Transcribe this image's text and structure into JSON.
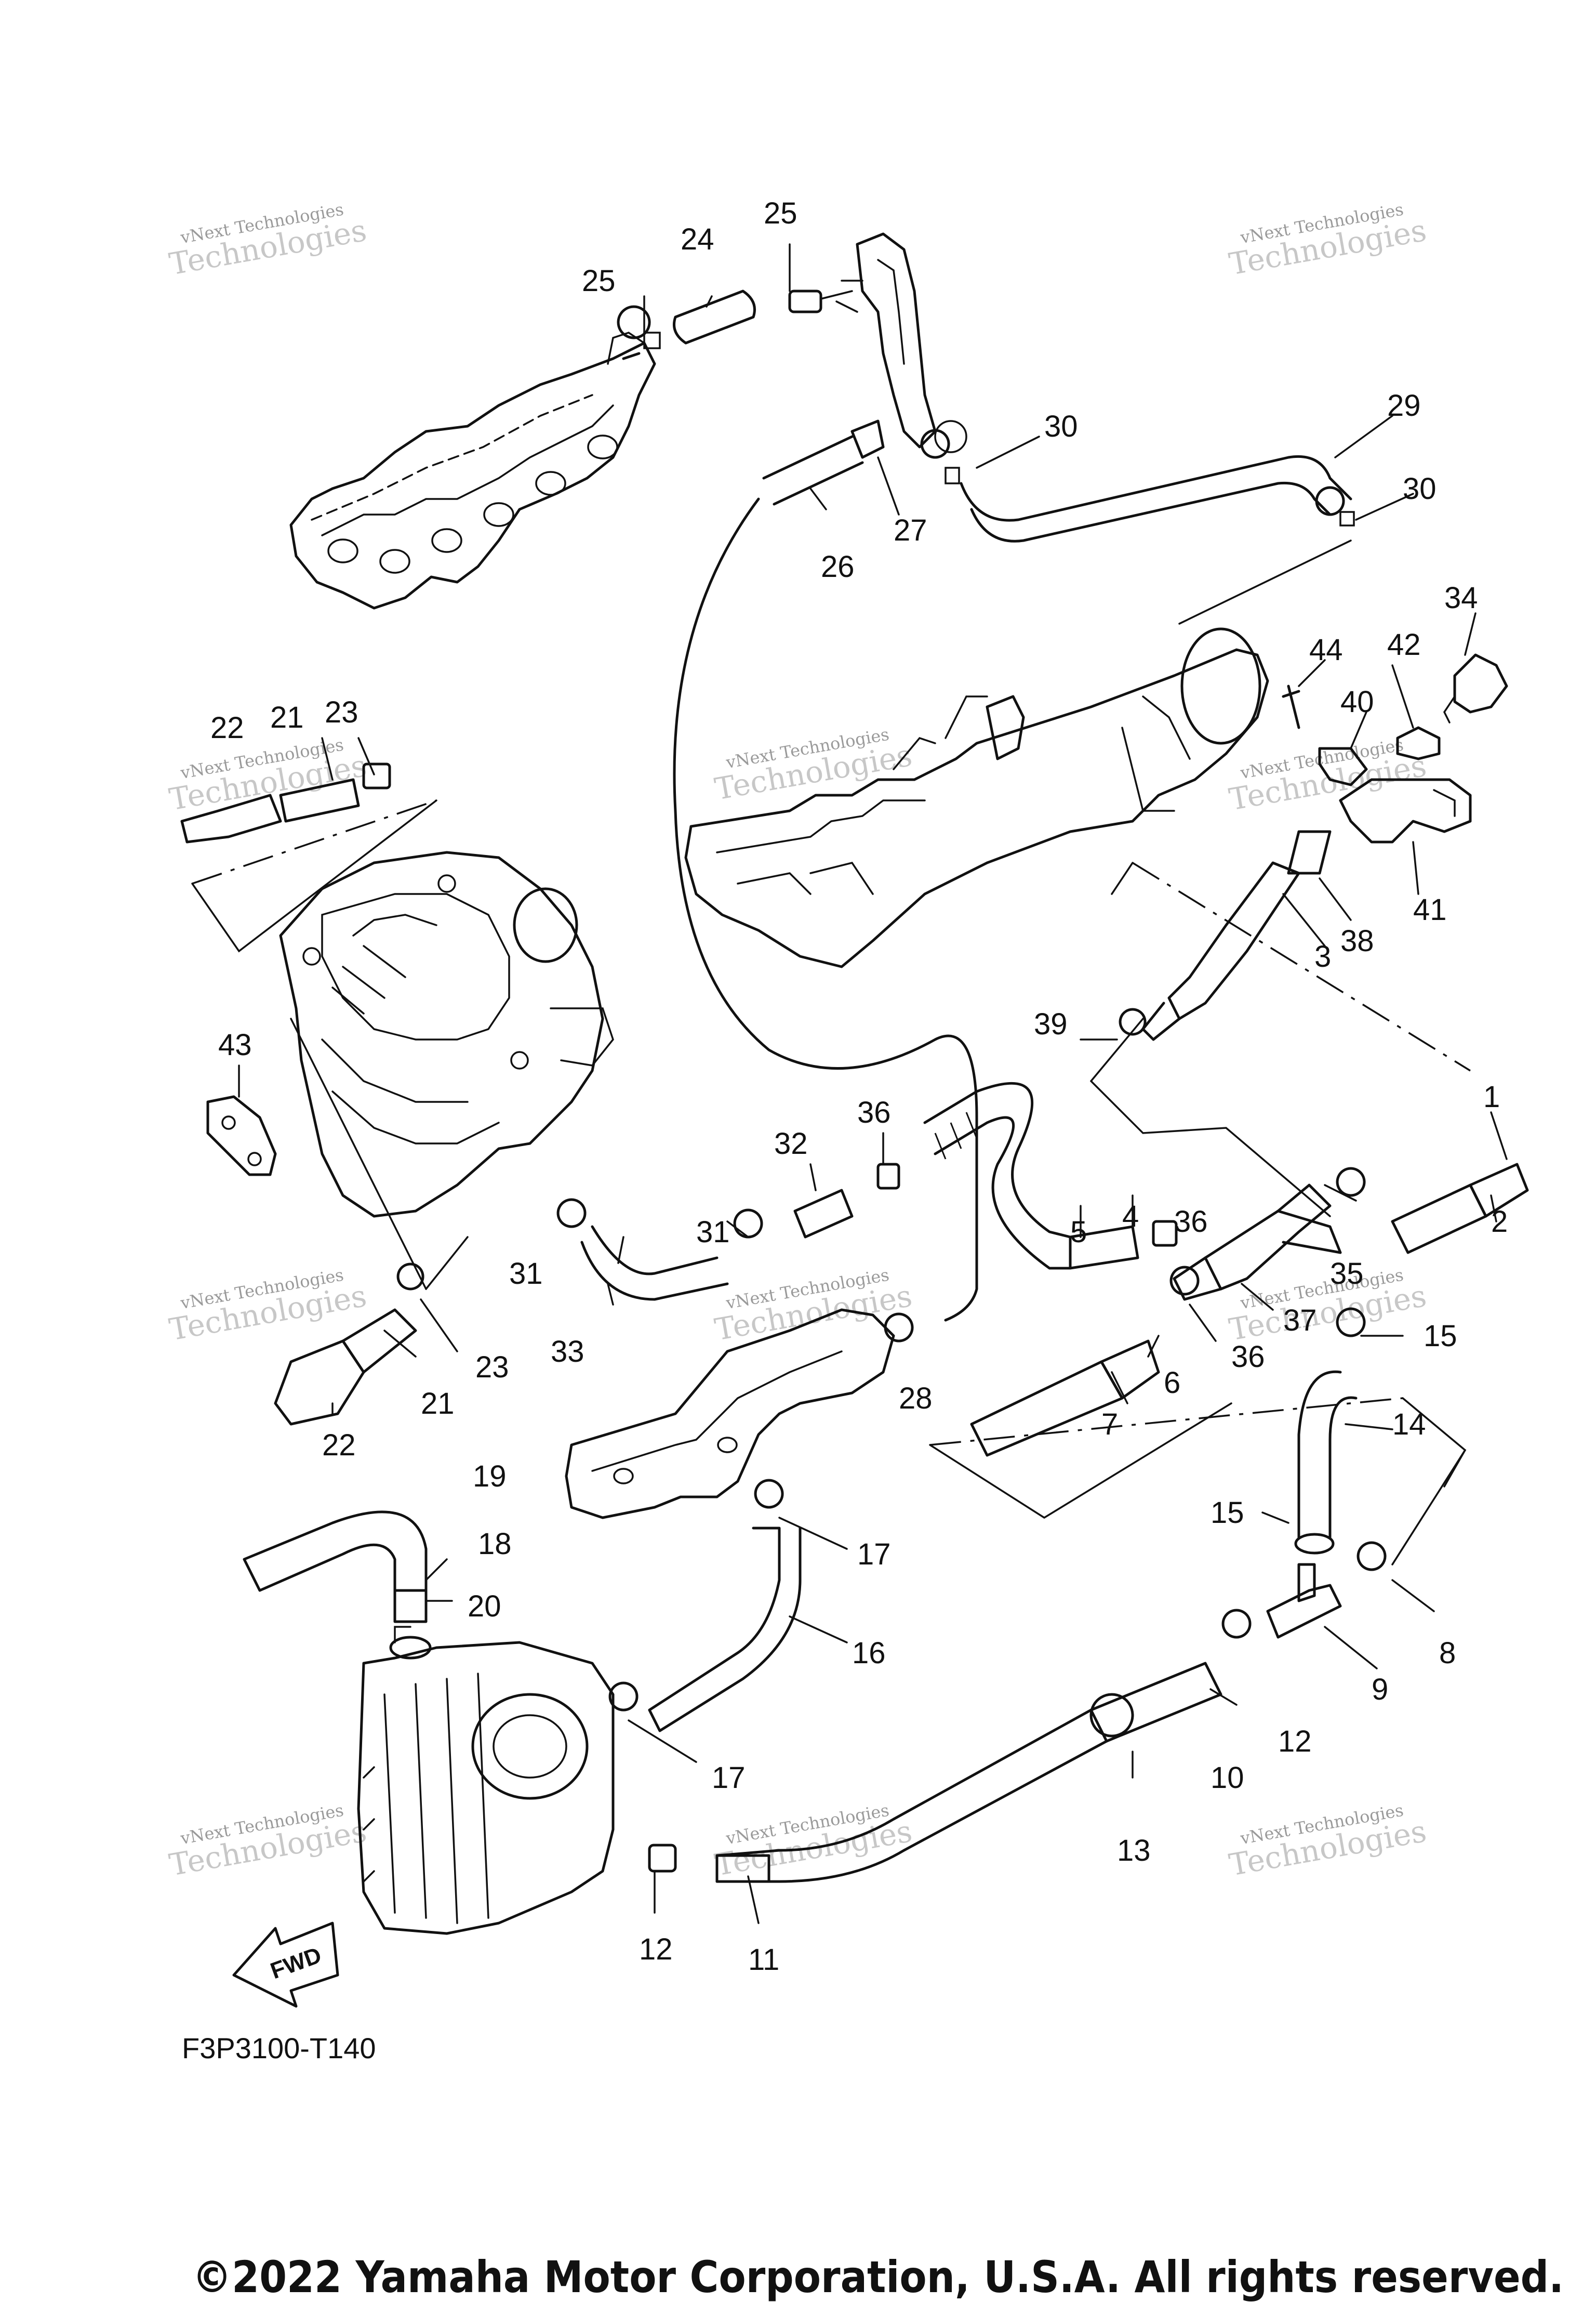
{
  "diagram": {
    "callouts": [
      "1",
      "2",
      "3",
      "4",
      "5",
      "6",
      "7",
      "8",
      "9",
      "10",
      "11",
      "12",
      "13",
      "14",
      "15",
      "16",
      "17",
      "18",
      "19",
      "20",
      "21",
      "22",
      "23",
      "24",
      "25",
      "26",
      "27",
      "28",
      "29",
      "30",
      "31",
      "32",
      "33",
      "34",
      "35",
      "36",
      "37",
      "38",
      "39",
      "40",
      "41",
      "42",
      "43",
      "44"
    ],
    "figure_code": "F3P3100-T140",
    "fwd_label": "FWD",
    "watermark": {
      "line1": "vNext Technologies",
      "line2": "Technologies"
    },
    "copyright": "©2022 Yamaha Motor Corporation, U.S.A. All rights reserved."
  }
}
